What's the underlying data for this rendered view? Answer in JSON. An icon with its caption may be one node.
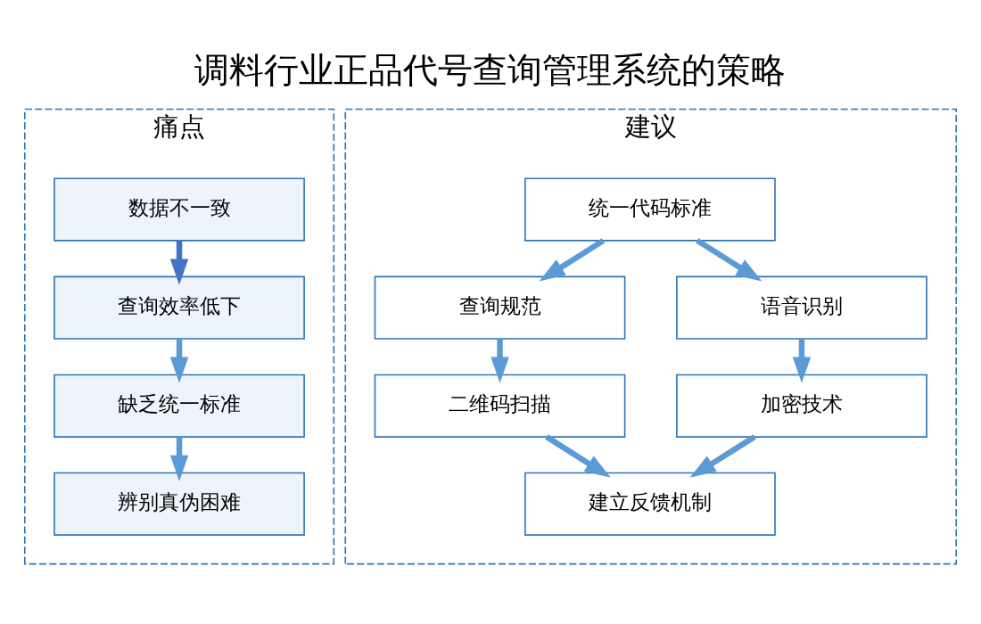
{
  "diagram": {
    "title": "调料行业正品代号查询管理系统的策略",
    "nodes": [
      {
        "text": [
          "痛点"
        ]
      },
      {
        "text": [
          "数据不一致"
        ],
        "in": 0
      },
      {
        "text": [
          "查询效率低下"
        ],
        "in": 0
      },
      {
        "text": [
          "缺乏统一标准"
        ],
        "in": 0
      },
      {
        "text": [
          "辨别真伪困难"
        ],
        "in": 0
      },
      {
        "text": [
          "建议"
        ]
      },
      {
        "text": [
          "统一代码标准"
        ],
        "in": 5
      },
      {
        "text": [
          "查询规范"
        ],
        "in": 5
      },
      {
        "text": [
          "语音识别"
        ],
        "in": 5
      },
      {
        "text": [
          "二维码扫描"
        ],
        "in": 5
      },
      {
        "text": [
          "加密技术"
        ],
        "in": 5
      },
      {
        "text": [
          "建立反馈机制"
        ],
        "in": 5
      }
    ],
    "edges": [
      {
        "from": 1,
        "to": 2,
        "arrow": "to",
        "color": "#4472c4"
      },
      {
        "from": 2,
        "to": 3,
        "arrow": "to"
      },
      {
        "from": 3,
        "to": 4,
        "arrow": "to"
      },
      {
        "from": 6,
        "to": 7,
        "arrow": "to"
      },
      {
        "from": 6,
        "to": 8,
        "arrow": "to"
      },
      {
        "from": 7,
        "to": 9,
        "arrow": "to"
      },
      {
        "from": 8,
        "to": 10,
        "arrow": "to"
      },
      {
        "from": 9,
        "to": 11,
        "arrow": "to"
      },
      {
        "from": 10,
        "to": 11,
        "arrow": "to"
      }
    ]
  }
}
